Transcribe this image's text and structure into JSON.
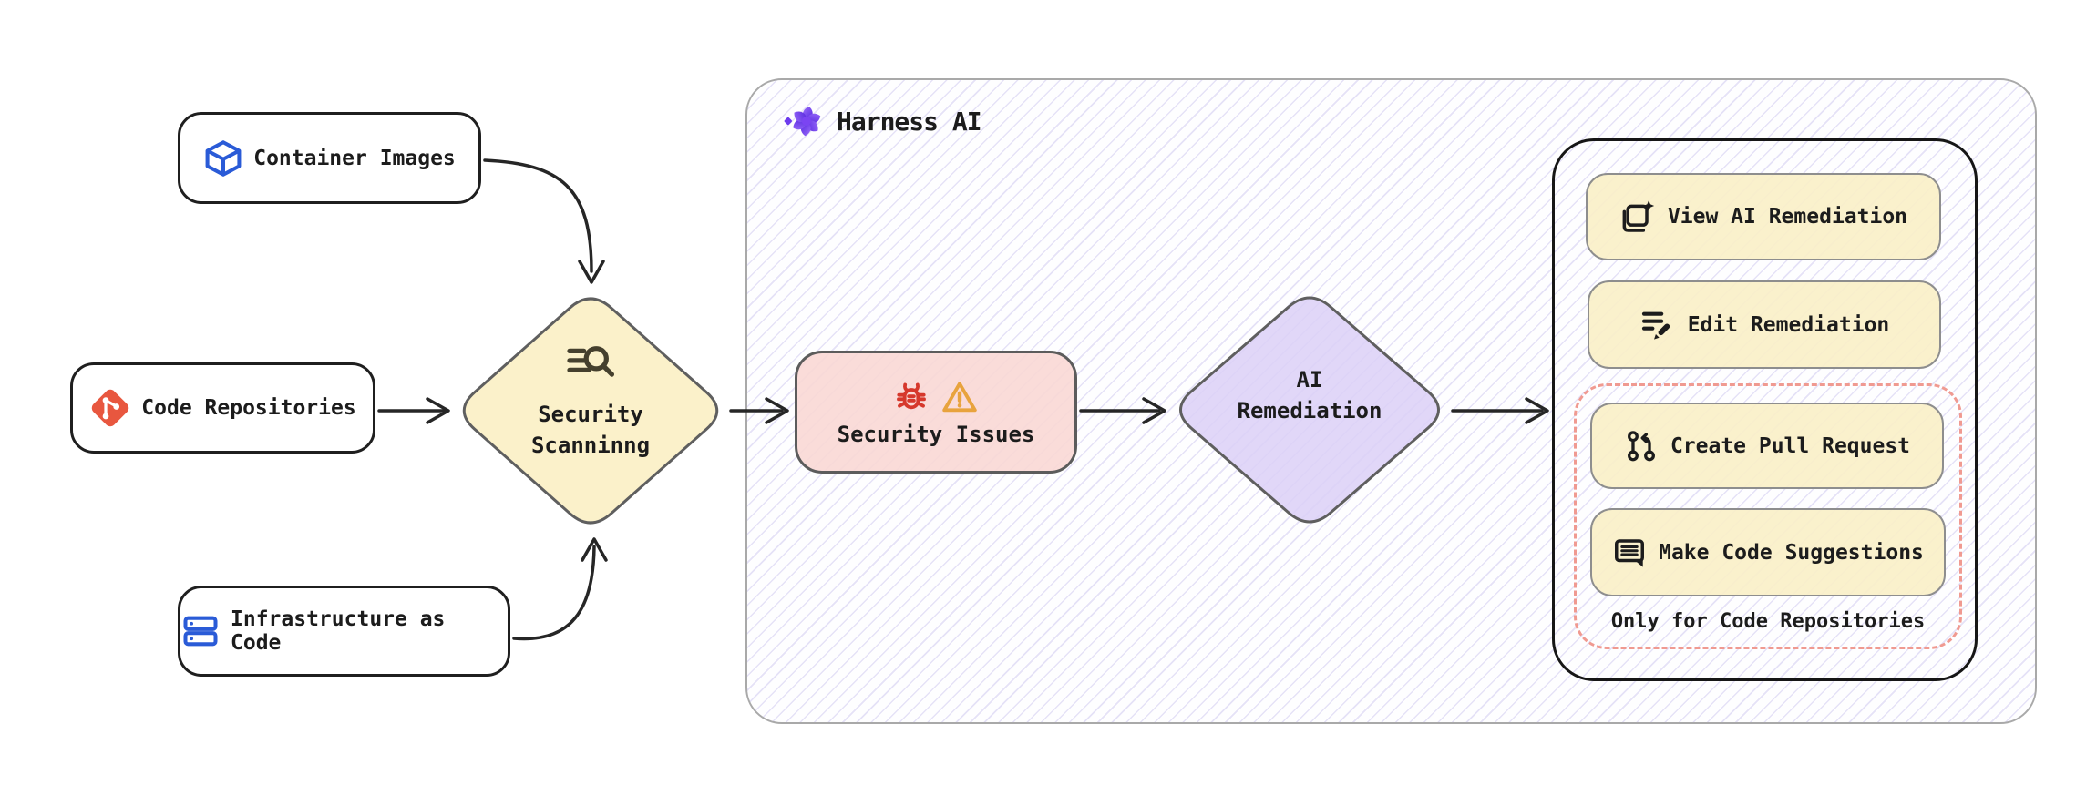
{
  "harness": {
    "title": "Harness AI",
    "icon": "harness-flower-icon"
  },
  "sources": [
    {
      "label": "Container Images",
      "icon": "cube-icon"
    },
    {
      "label": "Code Repositories",
      "icon": "git-icon"
    },
    {
      "label": "Infrastructure as Code",
      "icon": "server-stack-icon"
    }
  ],
  "scanner": {
    "label_line1": "Security",
    "label_line2": "Scanninng",
    "icon": "scan-search-icon"
  },
  "security_issues": {
    "label": "Security Issues",
    "icons": [
      "bug-icon",
      "warning-icon"
    ]
  },
  "ai_remediation": {
    "label_line1": "AI",
    "label_line2": "Remediation"
  },
  "actions": [
    {
      "label": "View AI Remediation",
      "icon": "view-remediation-icon"
    },
    {
      "label": "Edit Remediation",
      "icon": "edit-remediation-icon"
    },
    {
      "label": "Create Pull Request",
      "icon": "pull-request-icon"
    },
    {
      "label": "Make Code Suggestions",
      "icon": "code-suggestions-icon"
    }
  ],
  "repo_only_note": "Only for Code Repositories",
  "colors": {
    "node_yellow": "#faf0c7",
    "node_pink": "#f8d7d4",
    "node_lavender": "#ddd1f8",
    "hatch_line": "#d9d4f0",
    "dashed_red": "#f09a91",
    "git_orange": "#e8573f",
    "icon_blue": "#2a5bd7",
    "bug_red": "#d6382c",
    "warning_orange": "#e8a33d",
    "harness_purple": "#6d3bee",
    "border_dark": "#1f1f1f",
    "border_gray": "#5f5f5f",
    "arrow": "#262626"
  }
}
